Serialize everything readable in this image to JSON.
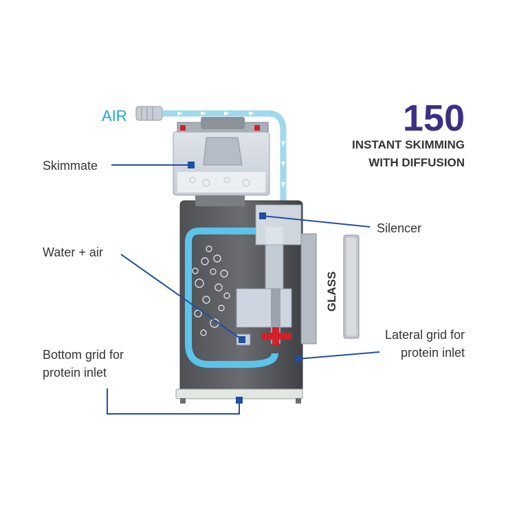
{
  "header": {
    "model_number": "150",
    "line1": "INSTANT SKIMMING",
    "line2": "WITH DIFFUSION"
  },
  "labels": {
    "air": "AIR",
    "skimmate": "Skimmate",
    "water_air": "Water + air",
    "silencer": "Silencer",
    "glass": "GLASS",
    "lateral_line1": "Lateral grid for",
    "lateral_line2": "protein inlet",
    "bottom_line1": "Bottom grid for",
    "bottom_line2": "protein inlet"
  },
  "colors": {
    "accent_purple": "#3b2f86",
    "air_blue": "#1fa6d6",
    "leader_blue": "#1f4fa0",
    "body_grey": "#5d5f63",
    "flow_blue": "#5cc3ea",
    "red_part": "#d4202a"
  }
}
